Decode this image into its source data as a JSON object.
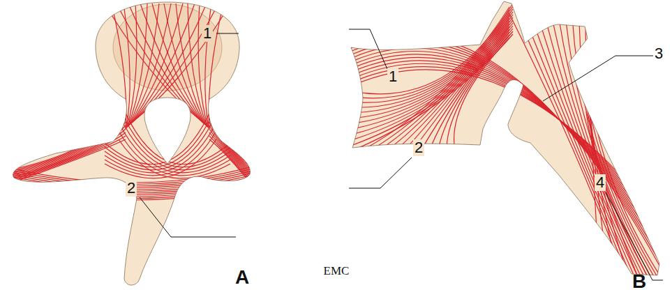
{
  "diagram": {
    "labels": [
      "1",
      "2",
      "A",
      "1",
      "2",
      "3",
      "4",
      "B",
      "EMC"
    ]
  }
}
